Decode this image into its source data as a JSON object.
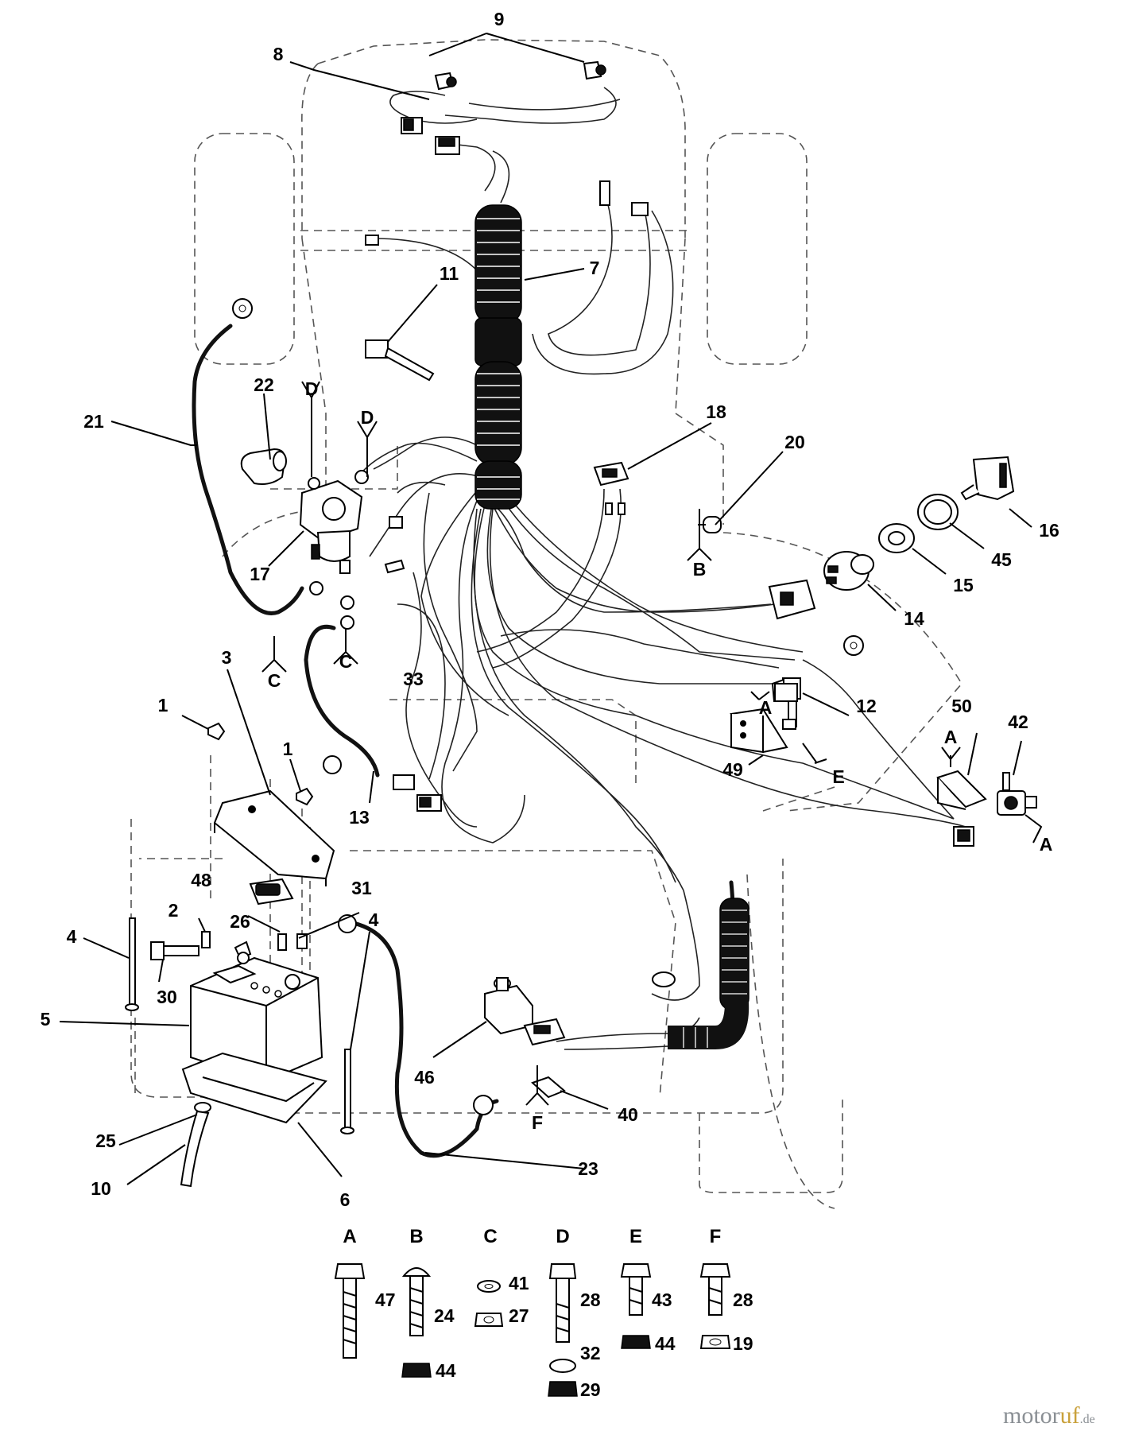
{
  "callouts": {
    "n1": "1",
    "n2": "2",
    "n3": "3",
    "n4": "4",
    "n5": "5",
    "n6": "6",
    "n7": "7",
    "n8": "8",
    "n9": "9",
    "n10": "10",
    "n11": "11",
    "n12": "12",
    "n13": "13",
    "n14": "14",
    "n15": "15",
    "n16": "16",
    "n17": "17",
    "n18": "18",
    "n19": "19",
    "n20": "20",
    "n21": "21",
    "n22": "22",
    "n23": "23",
    "n24": "24",
    "n25": "25",
    "n26": "26",
    "n27": "27",
    "n28": "28",
    "n29": "29",
    "n30": "30",
    "n31": "31",
    "n32": "32",
    "n33": "33",
    "n40": "40",
    "n41": "41",
    "n42": "42",
    "n43": "43",
    "n44": "44",
    "n45": "45",
    "n46": "46",
    "n47": "47",
    "n48": "48",
    "n49": "49",
    "n50": "50"
  },
  "refs": {
    "A": "A",
    "B": "B",
    "C": "C",
    "D": "D",
    "E": "E",
    "F": "F"
  },
  "watermark": {
    "brand": "motor",
    "accent": "uf",
    "tld": ".de",
    "brand_color": "#8a8f94",
    "accent_color": "#c9a13b"
  }
}
